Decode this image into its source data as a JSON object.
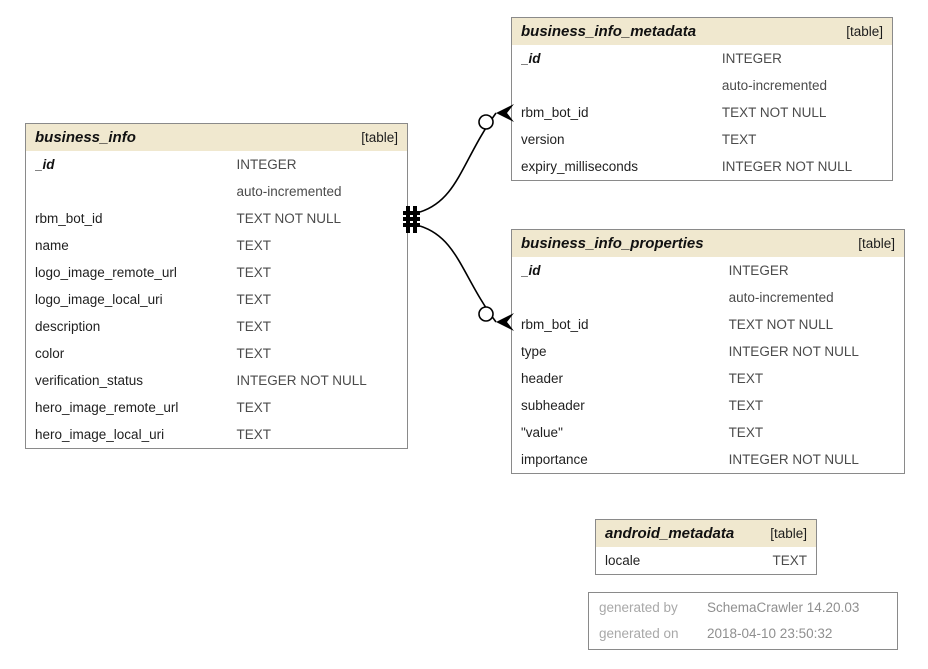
{
  "diagram": {
    "tables": [
      {
        "id": "business_info",
        "title": "business_info",
        "tag": "[table]",
        "columns": [
          {
            "name": "_id",
            "type": "INTEGER",
            "pk": true
          },
          {
            "name": "",
            "type": "auto-incremented"
          },
          {
            "name": "rbm_bot_id",
            "type": "TEXT NOT NULL"
          },
          {
            "name": "name",
            "type": "TEXT"
          },
          {
            "name": "logo_image_remote_url",
            "type": "TEXT"
          },
          {
            "name": "logo_image_local_uri",
            "type": "TEXT"
          },
          {
            "name": "description",
            "type": "TEXT"
          },
          {
            "name": "color",
            "type": "TEXT"
          },
          {
            "name": "verification_status",
            "type": "INTEGER NOT NULL"
          },
          {
            "name": "hero_image_remote_url",
            "type": "TEXT"
          },
          {
            "name": "hero_image_local_uri",
            "type": "TEXT"
          }
        ]
      },
      {
        "id": "business_info_metadata",
        "title": "business_info_metadata",
        "tag": "[table]",
        "columns": [
          {
            "name": "_id",
            "type": "INTEGER",
            "pk": true
          },
          {
            "name": "",
            "type": "auto-incremented"
          },
          {
            "name": "rbm_bot_id",
            "type": "TEXT NOT NULL"
          },
          {
            "name": "version",
            "type": "TEXT"
          },
          {
            "name": "expiry_milliseconds",
            "type": "INTEGER NOT NULL"
          }
        ]
      },
      {
        "id": "business_info_properties",
        "title": "business_info_properties",
        "tag": "[table]",
        "columns": [
          {
            "name": "_id",
            "type": "INTEGER",
            "pk": true
          },
          {
            "name": "",
            "type": "auto-incremented"
          },
          {
            "name": "rbm_bot_id",
            "type": "TEXT NOT NULL"
          },
          {
            "name": "type",
            "type": "INTEGER NOT NULL"
          },
          {
            "name": "header",
            "type": "TEXT"
          },
          {
            "name": "subheader",
            "type": "TEXT"
          },
          {
            "name": "\"value\"",
            "type": "TEXT"
          },
          {
            "name": "importance",
            "type": "INTEGER NOT NULL"
          }
        ]
      },
      {
        "id": "android_metadata",
        "title": "android_metadata",
        "tag": "[table]",
        "compact": true,
        "columns": [
          {
            "name": "locale",
            "type": "TEXT"
          }
        ]
      }
    ],
    "relationships": [
      {
        "from": "business_info.rbm_bot_id",
        "to": "business_info_metadata.rbm_bot_id"
      },
      {
        "from": "business_info.rbm_bot_id",
        "to": "business_info_properties.rbm_bot_id"
      }
    ],
    "colors": {
      "header_fill": "#f0e8cf",
      "table_border": "#8a8a8a",
      "column_text": "#1f1f1f",
      "type_text": "#4b4b4b",
      "connector": "#000000",
      "footer_label_text": "#a8a8a8",
      "footer_value_text": "#8f8f8f"
    },
    "footer": {
      "row1_label": "generated by",
      "row1_value": "SchemaCrawler 14.20.03",
      "row2_label": "generated on",
      "row2_value": "2018-04-10 23:50:32"
    }
  }
}
